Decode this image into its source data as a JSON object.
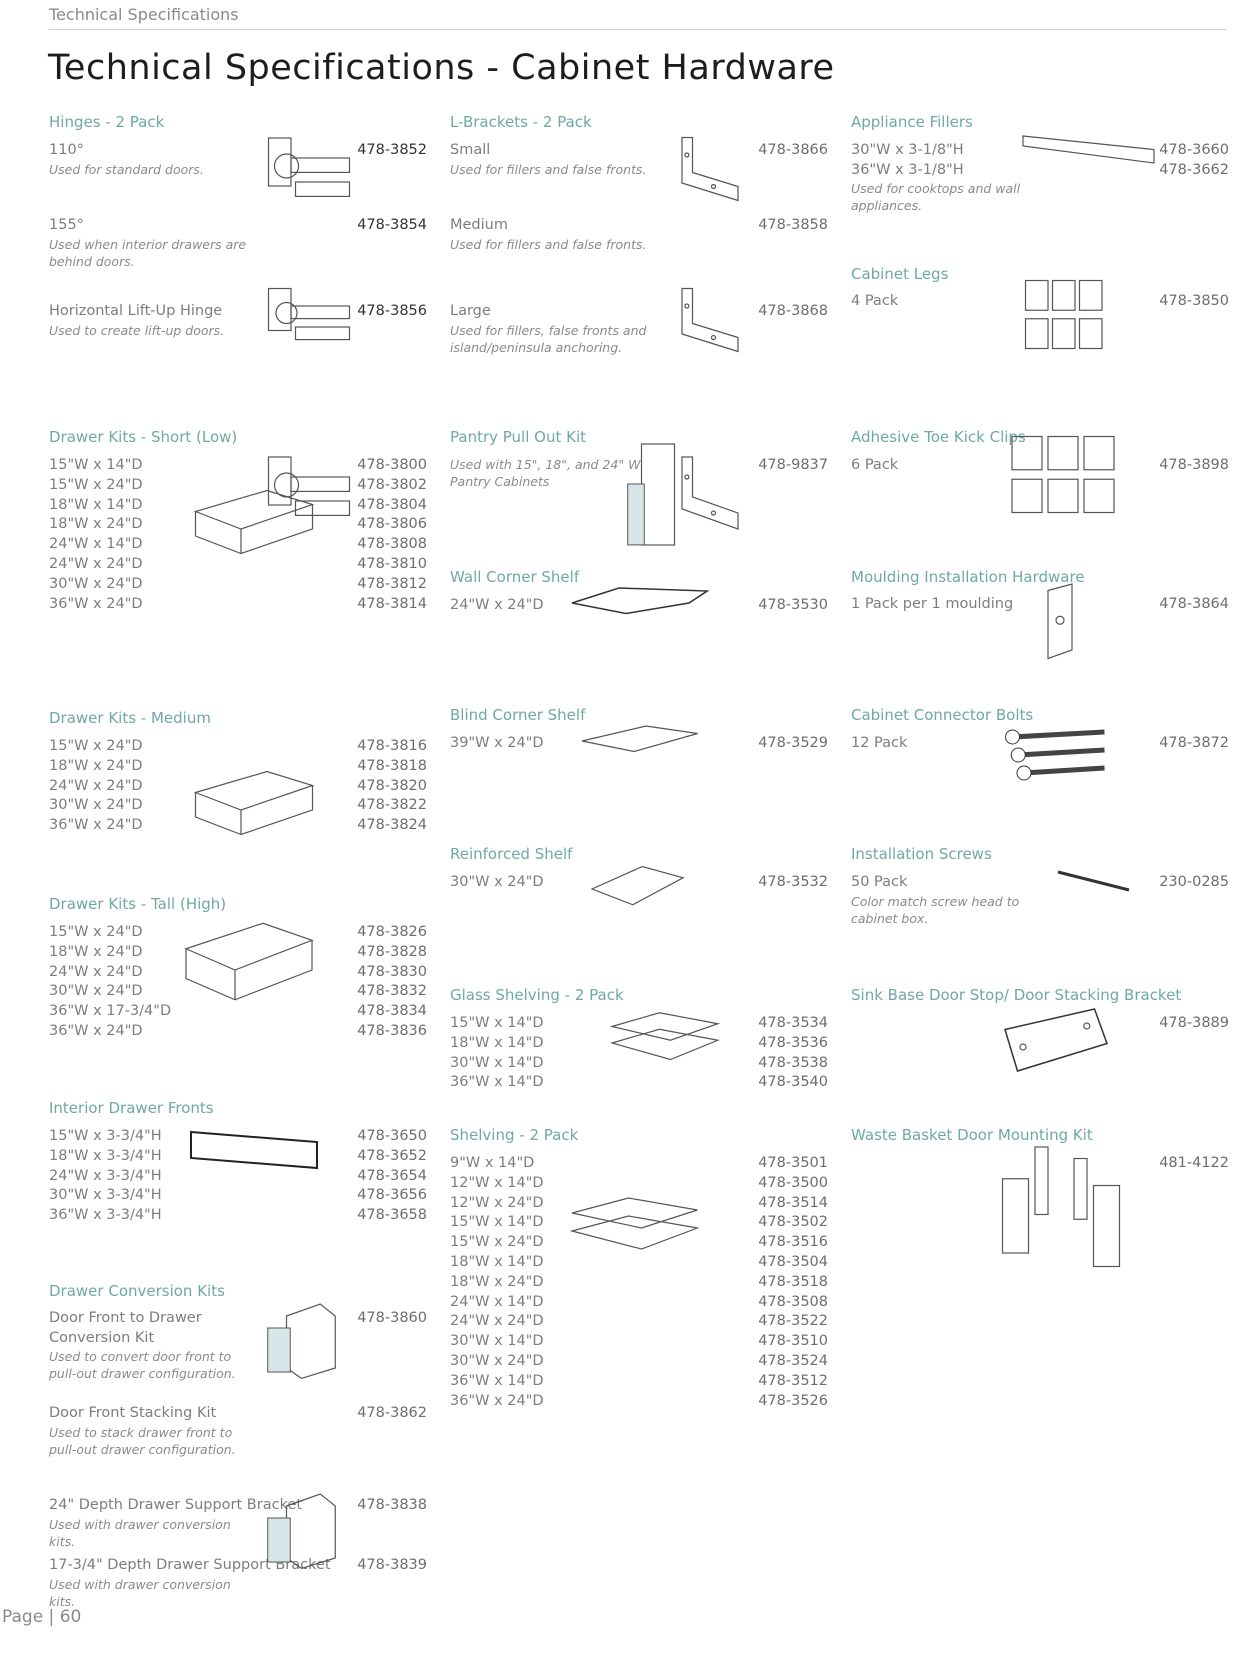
{
  "running_head": "Technical Specifications",
  "page_title": "Technical Specifications  -  Cabinet Hardware",
  "page_number": "Page  |  60",
  "accent_color": "#6fa9a2",
  "columns": [
    [
      {
        "title": "Hinges - 2 Pack",
        "kind": "items",
        "icon": "hinge",
        "items": [
          {
            "lines": [
              "110°"
            ],
            "desc": "Used for standard doors.",
            "codes": [
              "478-3852"
            ]
          },
          {
            "lines": [
              "155°"
            ],
            "desc": "Used when interior drawers are behind doors.",
            "codes": [
              "478-3854"
            ]
          },
          {
            "lines": [
              "Horizontal Lift-Up Hinge"
            ],
            "desc": "Used to create lift-up doors.",
            "codes": [
              "478-3856"
            ]
          }
        ]
      },
      {
        "title": "Drawer Kits - Short (Low)",
        "kind": "rows",
        "icon": "drawer-box",
        "rows": [
          [
            "15\"W x 14\"D",
            "478-3800"
          ],
          [
            "15\"W x 24\"D",
            "478-3802"
          ],
          [
            "18\"W x 14\"D",
            "478-3804"
          ],
          [
            "18\"W x 24\"D",
            "478-3806"
          ],
          [
            "24\"W x 14\"D",
            "478-3808"
          ],
          [
            "24\"W x 24\"D",
            "478-3810"
          ],
          [
            "30\"W x 24\"D",
            "478-3812"
          ],
          [
            "36\"W x 24\"D",
            "478-3814"
          ]
        ]
      },
      {
        "title": "Drawer Kits - Medium",
        "kind": "rows",
        "icon": "drawer-box",
        "rows": [
          [
            "15\"W x 24\"D",
            "478-3816"
          ],
          [
            "18\"W x 24\"D",
            "478-3818"
          ],
          [
            "24\"W x 24\"D",
            "478-3820"
          ],
          [
            "30\"W x 24\"D",
            "478-3822"
          ],
          [
            "36\"W x 24\"D",
            "478-3824"
          ]
        ]
      },
      {
        "title": "Drawer Kits - Tall (High)",
        "kind": "rows",
        "icon": "drawer-box-tall",
        "rows": [
          [
            "15\"W x 24\"D",
            "478-3826"
          ],
          [
            "18\"W x 24\"D",
            "478-3828"
          ],
          [
            "24\"W x 24\"D",
            "478-3830"
          ],
          [
            "30\"W x 24\"D",
            "478-3832"
          ],
          [
            "36\"W x 17-3/4\"D",
            "478-3834"
          ],
          [
            "36\"W x 24\"D",
            "478-3836"
          ]
        ]
      },
      {
        "title": "Interior Drawer Fronts",
        "kind": "rows",
        "icon": "drawer-front",
        "rows": [
          [
            "15\"W x 3-3/4\"H",
            "478-3650"
          ],
          [
            "18\"W x 3-3/4\"H",
            "478-3652"
          ],
          [
            "24\"W x 3-3/4\"H",
            "478-3654"
          ],
          [
            "30\"W x 3-3/4\"H",
            "478-3656"
          ],
          [
            "36\"W x 3-3/4\"H",
            "478-3658"
          ]
        ]
      },
      {
        "title": "Drawer Conversion Kits",
        "kind": "items",
        "icon": "cabinet",
        "items": [
          {
            "lines": [
              "Door Front to Drawer",
              "Conversion Kit"
            ],
            "desc": "Used to convert door front to pull-out drawer configuration.",
            "codes": [
              "478-3860"
            ]
          },
          {
            "lines": [
              "Door Front Stacking Kit"
            ],
            "desc": "Used to stack drawer front to pull-out drawer configuration.",
            "codes": [
              "478-3862"
            ]
          },
          {
            "lines": [
              "24\" Depth Drawer Support Bracket"
            ],
            "desc": "Used with drawer conversion kits.",
            "codes": [
              "478-3838"
            ]
          },
          {
            "lines": [
              "17-3/4\" Depth Drawer Support Bracket"
            ],
            "desc": "Used with drawer conversion kits.",
            "codes": [
              "478-3839"
            ]
          }
        ]
      }
    ],
    [
      {
        "title": "L-Brackets - 2 Pack",
        "kind": "items",
        "icon": "l-bracket",
        "items": [
          {
            "lines": [
              "Small"
            ],
            "desc": "Used for fillers and false fronts.",
            "codes": [
              "478-3866"
            ]
          },
          {
            "lines": [
              "Medium"
            ],
            "desc": "Used for fillers and false fronts.",
            "codes": [
              "478-3858"
            ]
          },
          {
            "lines": [
              "Large"
            ],
            "desc": "Used for fillers, false fronts and island/peninsula anchoring.",
            "codes": [
              "478-3868"
            ]
          }
        ]
      },
      {
        "title": "Pantry Pull Out Kit",
        "kind": "items",
        "icon": "pantry",
        "items": [
          {
            "lines": [],
            "desc": "Used with 15\", 18\", and 24\" W Pantry Cabinets",
            "codes": [
              "478-9837"
            ]
          }
        ]
      },
      {
        "title": "Wall Corner Shelf",
        "kind": "rows",
        "icon": "corner-shelf",
        "rows": [
          [
            "24\"W x 24\"D",
            "478-3530"
          ]
        ]
      },
      {
        "title": "Blind Corner Shelf",
        "kind": "rows",
        "icon": "shelf",
        "rows": [
          [
            "39\"W x 24\"D",
            "478-3529"
          ]
        ]
      },
      {
        "title": "Reinforced Shelf",
        "kind": "rows",
        "icon": "shelf-small",
        "rows": [
          [
            "30\"W x 24\"D",
            "478-3532"
          ]
        ]
      },
      {
        "title": "Glass Shelving - 2 Pack",
        "kind": "rows",
        "icon": "glass-shelves",
        "rows": [
          [
            "15\"W x 14\"D",
            "478-3534"
          ],
          [
            "18\"W x 14\"D",
            "478-3536"
          ],
          [
            "30\"W x 14\"D",
            "478-3538"
          ],
          [
            "36\"W x 14\"D",
            "478-3540"
          ]
        ]
      },
      {
        "title": "Shelving - 2 Pack",
        "kind": "rows",
        "icon": "shelves",
        "rows": [
          [
            "9\"W x 14\"D",
            "478-3501"
          ],
          [
            "12\"W x 14\"D",
            "478-3500"
          ],
          [
            "12\"W x 24\"D",
            "478-3514"
          ],
          [
            "15\"W x 14\"D",
            "478-3502"
          ],
          [
            "15\"W x 24\"D",
            "478-3516"
          ],
          [
            "18\"W x 14\"D",
            "478-3504"
          ],
          [
            "18\"W x 24\"D",
            "478-3518"
          ],
          [
            "24\"W x 14\"D",
            "478-3508"
          ],
          [
            "24\"W x 24\"D",
            "478-3522"
          ],
          [
            "30\"W x 14\"D",
            "478-3510"
          ],
          [
            "30\"W x 24\"D",
            "478-3524"
          ],
          [
            "36\"W x 14\"D",
            "478-3512"
          ],
          [
            "36\"W x 24\"D",
            "478-3526"
          ]
        ]
      }
    ],
    [
      {
        "title": "Appliance Fillers",
        "kind": "items",
        "icon": "filler-strip",
        "items": [
          {
            "lines": [
              "30\"W x 3-1/8\"H",
              "36\"W x 3-1/8\"H"
            ],
            "desc": "Used for cooktops and wall appliances.",
            "codes": [
              "478-3660",
              "478-3662"
            ]
          }
        ]
      },
      {
        "title": "Cabinet Legs",
        "kind": "items",
        "icon": "legs",
        "items": [
          {
            "lines": [
              "4 Pack"
            ],
            "desc": "",
            "codes": [
              "478-3850"
            ]
          }
        ]
      },
      {
        "title": "Adhesive Toe Kick Clips",
        "kind": "items",
        "icon": "clips",
        "items": [
          {
            "lines": [
              "6 Pack"
            ],
            "desc": "",
            "codes": [
              "478-3898"
            ]
          }
        ]
      },
      {
        "title": "Moulding Installation Hardware",
        "kind": "items",
        "icon": "moulding-bracket",
        "items": [
          {
            "lines": [
              "1 Pack per 1 moulding"
            ],
            "desc": "",
            "codes": [
              "478-3864"
            ]
          }
        ]
      },
      {
        "title": "Cabinet Connector Bolts",
        "kind": "items",
        "icon": "bolts",
        "items": [
          {
            "lines": [
              "12 Pack"
            ],
            "desc": "",
            "codes": [
              "478-3872"
            ]
          }
        ]
      },
      {
        "title": "Installation Screws",
        "kind": "items",
        "icon": "screw",
        "items": [
          {
            "lines": [
              "50 Pack"
            ],
            "desc": "Color match screw head to cabinet box.",
            "codes": [
              "230-0285"
            ]
          }
        ]
      },
      {
        "title": "Sink Base Door Stop/ Door Stacking Bracket",
        "kind": "items",
        "icon": "door-stop-plate",
        "items": [
          {
            "lines": [],
            "desc": "",
            "codes": [
              "478-3889"
            ]
          }
        ]
      },
      {
        "title": "Waste Basket Door Mounting Kit",
        "kind": "items",
        "icon": "mounting-brackets",
        "items": [
          {
            "lines": [],
            "desc": "",
            "codes": [
              "481-4122"
            ]
          }
        ]
      }
    ]
  ]
}
